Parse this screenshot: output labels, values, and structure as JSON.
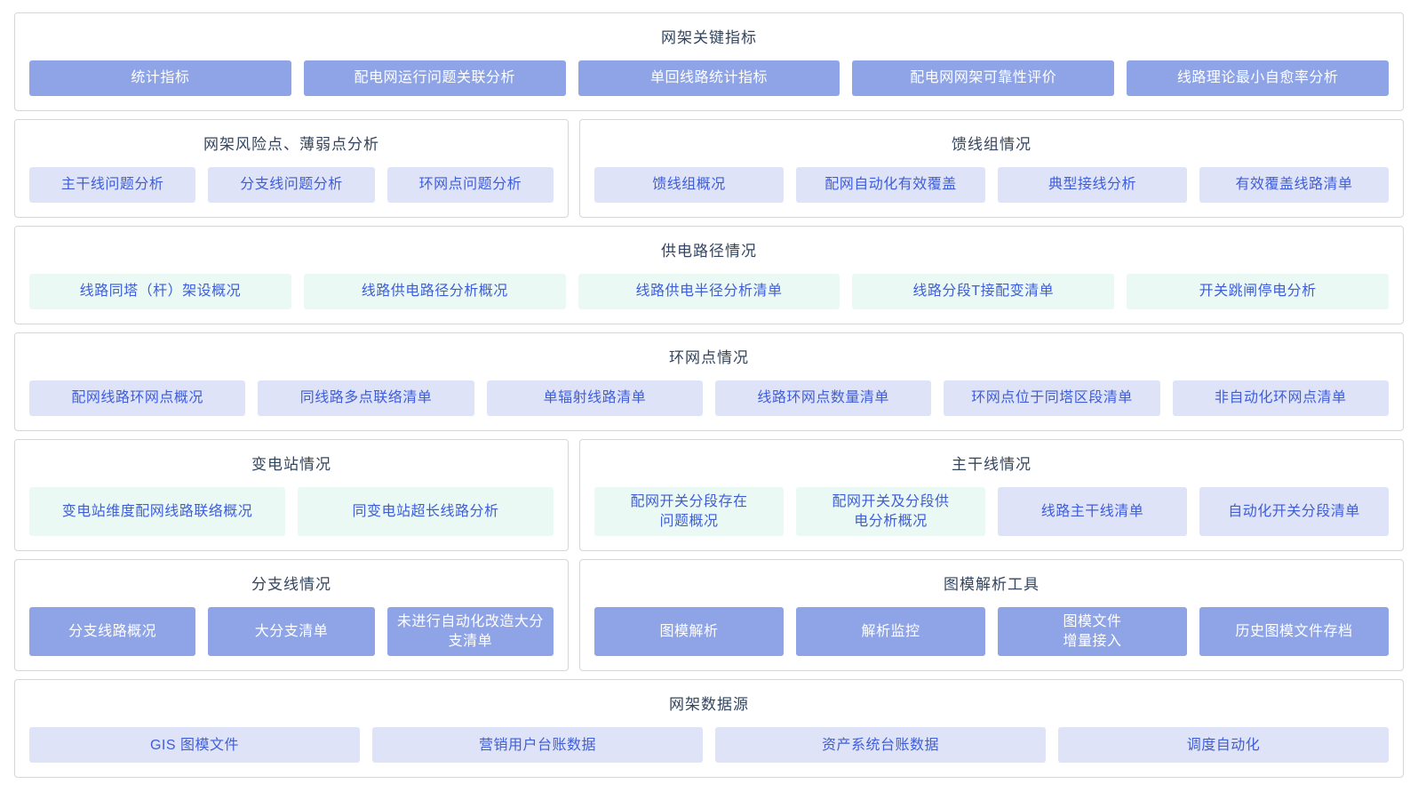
{
  "colors": {
    "panel_border": "#d6d6d6",
    "title_text": "#33455f",
    "solid_button_bg": "#8fa4e6",
    "solid_button_text": "#ffffff",
    "lavender_button_bg": "#dfe3f8",
    "mint_button_bg": "#eaf9f4",
    "light_button_text": "#3f5ed8"
  },
  "rows": [
    {
      "panels": [
        {
          "name": "key-indicators",
          "title": "网架关键指标",
          "buttons": [
            {
              "label": "统计指标",
              "style": "solid"
            },
            {
              "label": "配电网运行问题关联分析",
              "style": "solid"
            },
            {
              "label": "单回线路统计指标",
              "style": "solid"
            },
            {
              "label": "配电网网架可靠性评价",
              "style": "solid"
            },
            {
              "label": "线路理论最小自愈率分析",
              "style": "solid"
            }
          ]
        }
      ]
    },
    {
      "panels": [
        {
          "name": "risk-weak-points",
          "title": "网架风险点、薄弱点分析",
          "buttons": [
            {
              "label": "主干线问题分析",
              "style": "lavender"
            },
            {
              "label": "分支线问题分析",
              "style": "lavender"
            },
            {
              "label": "环网点问题分析",
              "style": "lavender"
            }
          ]
        },
        {
          "name": "feeder-group",
          "title": "馈线组情况",
          "buttons": [
            {
              "label": "馈线组概况",
              "style": "lavender"
            },
            {
              "label": "配网自动化有效覆盖",
              "style": "lavender"
            },
            {
              "label": "典型接线分析",
              "style": "lavender"
            },
            {
              "label": "有效覆盖线路清单",
              "style": "lavender"
            }
          ]
        }
      ]
    },
    {
      "panels": [
        {
          "name": "power-supply-path",
          "title": "供电路径情况",
          "buttons": [
            {
              "label": "线路同塔（杆）架设概况",
              "style": "mint"
            },
            {
              "label": "线路供电路径分析概况",
              "style": "mint"
            },
            {
              "label": "线路供电半径分析清单",
              "style": "mint"
            },
            {
              "label": "线路分段T接配变清单",
              "style": "mint"
            },
            {
              "label": "开关跳闸停电分析",
              "style": "mint"
            }
          ]
        }
      ]
    },
    {
      "panels": [
        {
          "name": "ring-network-points",
          "title": "环网点情况",
          "buttons": [
            {
              "label": "配网线路环网点概况",
              "style": "lavender"
            },
            {
              "label": "同线路多点联络清单",
              "style": "lavender"
            },
            {
              "label": "单辐射线路清单",
              "style": "lavender"
            },
            {
              "label": "线路环网点数量清单",
              "style": "lavender"
            },
            {
              "label": "环网点位于同塔区段清单",
              "style": "lavender"
            },
            {
              "label": "非自动化环网点清单",
              "style": "lavender"
            }
          ]
        }
      ]
    },
    {
      "panels": [
        {
          "name": "substation",
          "title": "变电站情况",
          "buttons": [
            {
              "label": "变电站维度配网线路联络概况",
              "style": "mint"
            },
            {
              "label": "同变电站超长线路分析",
              "style": "mint"
            }
          ]
        },
        {
          "name": "trunk-line",
          "title": "主干线情况",
          "buttons": [
            {
              "label": "配网开关分段存在\n问题概况",
              "style": "mint"
            },
            {
              "label": "配网开关及分段供\n电分析概况",
              "style": "mint"
            },
            {
              "label": "线路主干线清单",
              "style": "lavender"
            },
            {
              "label": "自动化开关分段清单",
              "style": "lavender"
            }
          ]
        }
      ]
    },
    {
      "panels": [
        {
          "name": "branch-line",
          "title": "分支线情况",
          "buttons": [
            {
              "label": "分支线路概况",
              "style": "solid"
            },
            {
              "label": "大分支清单",
              "style": "solid"
            },
            {
              "label": "未进行自动化改造大分\n支清单",
              "style": "solid"
            }
          ]
        },
        {
          "name": "model-parsing-tools",
          "title": "图模解析工具",
          "buttons": [
            {
              "label": "图模解析",
              "style": "solid"
            },
            {
              "label": "解析监控",
              "style": "solid"
            },
            {
              "label": "图模文件\n增量接入",
              "style": "solid"
            },
            {
              "label": "历史图模文件存档",
              "style": "solid"
            }
          ]
        }
      ]
    },
    {
      "panels": [
        {
          "name": "grid-data-sources",
          "title": "网架数据源",
          "buttons": [
            {
              "label": "GIS 图模文件",
              "style": "lavender"
            },
            {
              "label": "营销用户台账数据",
              "style": "lavender"
            },
            {
              "label": "资产系统台账数据",
              "style": "lavender"
            },
            {
              "label": "调度自动化",
              "style": "lavender"
            }
          ]
        }
      ]
    }
  ]
}
